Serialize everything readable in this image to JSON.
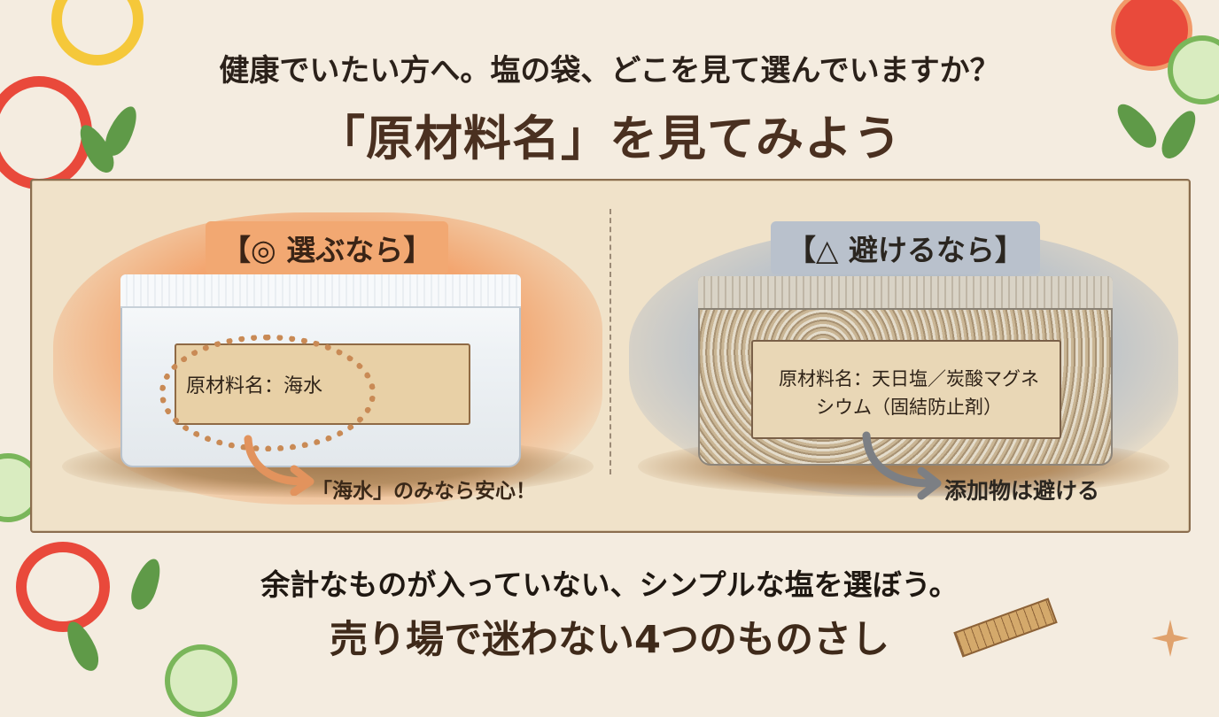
{
  "header": {
    "subtitle": "健康でいたい方へ。塩の袋、どこを見て選んでいますか？",
    "title": "「原材料名」を見てみよう"
  },
  "left": {
    "badge": "【◎ 選ぶなら】",
    "ingredient": "原材料名：海水",
    "note": "「海水」のみなら安心！"
  },
  "right": {
    "badge": "【△ 避けるなら】",
    "ingredient_line1": "原材料名：天日塩／炭酸マグネ",
    "ingredient_line2": "シウム（固結防止剤）",
    "note": "添加物は避ける"
  },
  "footer": {
    "line1": "余計なものが入っていない、シンプルな塩を選ぼう。",
    "line2": "売り場で迷わない4つのものさし"
  },
  "colors": {
    "background": "#f4ece0",
    "accent_orange": "#f2a872",
    "accent_gray": "#b9c1cc",
    "brown_text": "#4a3020"
  },
  "icons": {
    "arrow_left": "curved-arrow-orange",
    "arrow_right": "curved-arrow-gray",
    "ruler": "ruler-icon",
    "sparkle": "sparkle-icon"
  }
}
